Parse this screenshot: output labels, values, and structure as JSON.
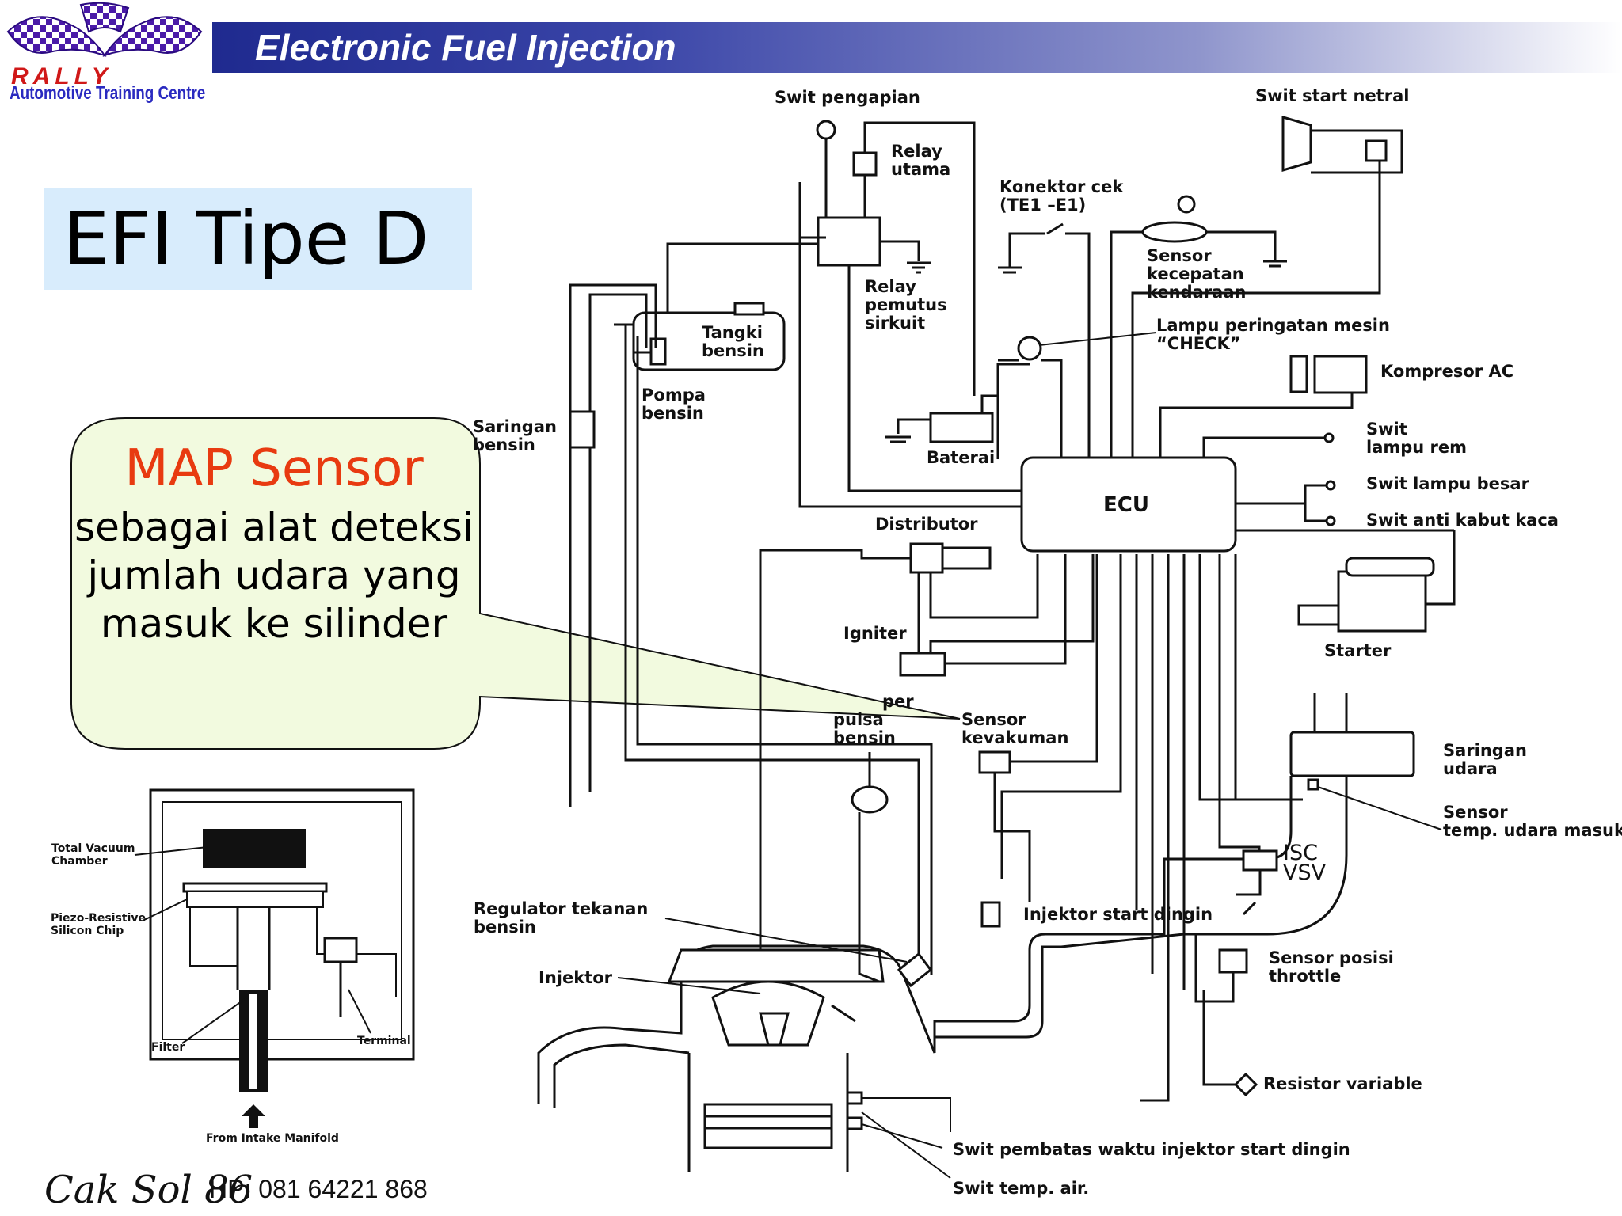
{
  "header": {
    "banner_title": "Electronic Fuel Injection",
    "logo_text": "RALLY",
    "logo_subtitle": "Automotive Training Centre",
    "banner_color": "#1f2a8f"
  },
  "slide": {
    "title": "EFI Tipe D"
  },
  "callout": {
    "title": "MAP Sensor",
    "body": "sebagai alat deteksi jumlah udara yang masuk ke silinder",
    "fill": "#f2fadf",
    "title_color": "#e83a10"
  },
  "sensor_detail": {
    "labels": {
      "vacuum_chamber": [
        "Total Vacuum",
        "Chamber"
      ],
      "chip": [
        "Piezo-Resistive",
        "Silicon Chip"
      ],
      "filter": "Filter",
      "terminal": "Terminal",
      "manifold": "From Intake Manifold"
    }
  },
  "diagram": {
    "labels": {
      "ignition_switch": "Swit pengapian",
      "main_relay": [
        "Relay",
        "utama"
      ],
      "neutral_start_switch": "Swit start netral",
      "check_connector": [
        "Konektor cek",
        "(TE1 –E1)"
      ],
      "speed_sensor": [
        "Sensor",
        "kecepatan",
        "kendaraan"
      ],
      "circuit_relay": [
        "Relay",
        "pemutus",
        "sirkuit"
      ],
      "fuel_tank": [
        "Tangki",
        "bensin"
      ],
      "fuel_pump": [
        "Pompa",
        "bensin"
      ],
      "check_lamp": [
        "Lampu peringatan mesin",
        "“CHECK”"
      ],
      "ac_compressor": "Kompresor AC",
      "fuel_filter": [
        "Saringan",
        "bensin"
      ],
      "battery": "Baterai",
      "brake_switch": [
        "Swit",
        "lampu rem"
      ],
      "ecu": "ECU",
      "headlamp_switch": "Swit lampu besar",
      "defog_switch": "Swit anti kabut kaca",
      "distributor": "Distributor",
      "igniter": "Igniter",
      "starter": "Starter",
      "pulsation_damper": [
        "per",
        "pulsa",
        "bensin"
      ],
      "vacuum_sensor": [
        "Sensor",
        "kevakuman"
      ],
      "air_filter": [
        "Saringan",
        "udara"
      ],
      "intake_temp_sensor": [
        "Sensor",
        "temp. udara masuk"
      ],
      "isc_vsv": [
        "ISC",
        "VSV"
      ],
      "pressure_regulator": [
        "Regulator tekanan",
        "bensin"
      ],
      "cold_start_injector": "Injektor start dingin",
      "injector": "Injektor",
      "throttle_sensor": [
        "Sensor posisi",
        "throttle"
      ],
      "variable_resistor": "Resistor variable",
      "time_switch": "Swit pembatas waktu  injektor start dingin",
      "water_temp_switch": "Swit temp. air."
    }
  },
  "footer": {
    "name": "Cak Sol 86",
    "phone": "HP: 081 64221 868"
  }
}
